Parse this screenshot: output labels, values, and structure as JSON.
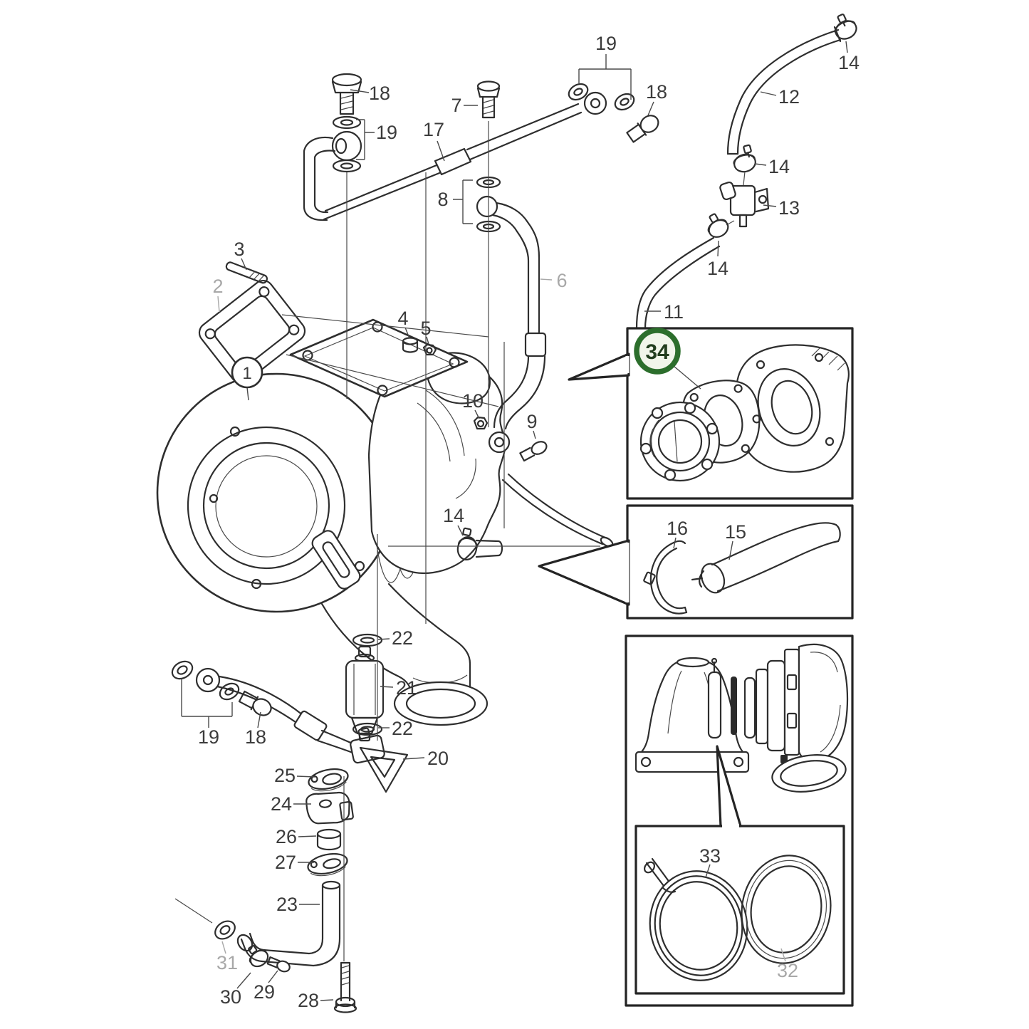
{
  "diagram": {
    "type": "exploded-parts-diagram",
    "subject": "Turbocharger assembly with oil pipes, hoses, clamps and mounting hardware",
    "background_color": "#ffffff",
    "line_color": "#2e2e2e",
    "muted_label_color": "#a8a8a8",
    "highlight": {
      "ring_color": "#2c6e2c",
      "fill_color": "#f1f5ea",
      "text_color": "#223d1e"
    }
  },
  "callouts": [
    {
      "text": "18"
    },
    {
      "text": "19"
    },
    {
      "text": "7"
    },
    {
      "text": "17"
    },
    {
      "text": "19"
    },
    {
      "text": "18"
    },
    {
      "text": "8"
    },
    {
      "text": "12"
    },
    {
      "text": "14"
    },
    {
      "text": "14"
    },
    {
      "text": "13"
    },
    {
      "text": "14"
    },
    {
      "text": "3"
    },
    {
      "text": "2"
    },
    {
      "text": "4"
    },
    {
      "text": "5"
    },
    {
      "text": "1"
    },
    {
      "text": "10"
    },
    {
      "text": "9"
    },
    {
      "text": "6"
    },
    {
      "text": "11"
    },
    {
      "text": "34"
    },
    {
      "text": "14"
    },
    {
      "text": "22"
    },
    {
      "text": "21"
    },
    {
      "text": "22"
    },
    {
      "text": "20"
    },
    {
      "text": "19"
    },
    {
      "text": "18"
    },
    {
      "text": "25"
    },
    {
      "text": "24"
    },
    {
      "text": "26"
    },
    {
      "text": "27"
    },
    {
      "text": "23"
    },
    {
      "text": "31"
    },
    {
      "text": "30"
    },
    {
      "text": "29"
    },
    {
      "text": "28"
    },
    {
      "text": "16"
    },
    {
      "text": "15"
    },
    {
      "text": "33"
    },
    {
      "text": "32"
    }
  ],
  "insets": [
    {
      "name": "detail-part-34",
      "highlighted_part": "34"
    },
    {
      "name": "detail-hose-and-clamp",
      "parts": [
        "16",
        "15"
      ]
    },
    {
      "name": "detail-turbo-core",
      "parts": [
        "33",
        "32"
      ]
    }
  ]
}
